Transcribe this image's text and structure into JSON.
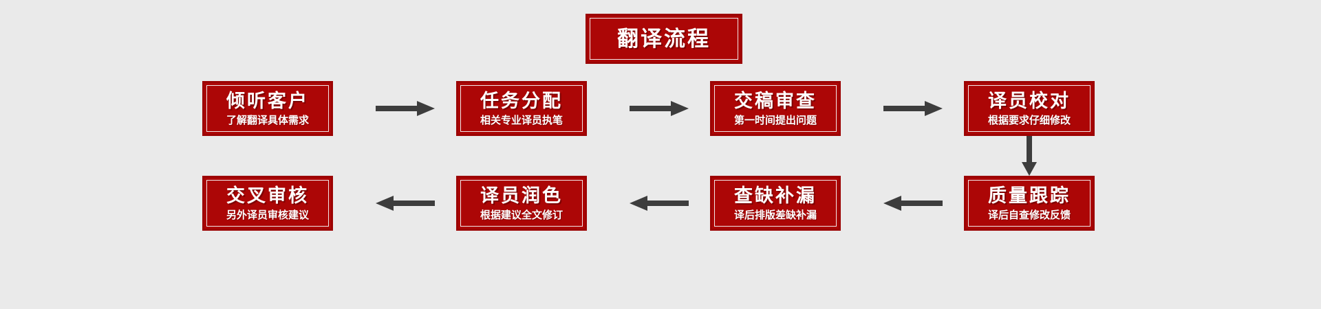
{
  "page": {
    "background_color": "#eaeaea",
    "box_fill_color": "#ac0606",
    "box_border_color": "#9c0303",
    "box_inner_line_color": "#f2e8e8",
    "text_color": "#ffffff",
    "arrow_color": "#3d3d3d"
  },
  "banner": {
    "title": "翻译流程"
  },
  "flow": {
    "row1": [
      {
        "title": "倾听客户",
        "sub": "了解翻译具体需求"
      },
      {
        "title": "任务分配",
        "sub": "相关专业译员执笔"
      },
      {
        "title": "交稿审查",
        "sub": "第一时间提出问题"
      },
      {
        "title": "译员校对",
        "sub": "根据要求仔细修改"
      }
    ],
    "row2": [
      {
        "title": "交叉审核",
        "sub": "另外译员审核建议"
      },
      {
        "title": "译员润色",
        "sub": "根据建议全文修订"
      },
      {
        "title": "查缺补漏",
        "sub": "译后排版差缺补漏"
      },
      {
        "title": "质量跟踪",
        "sub": "译后自查修改反馈"
      }
    ]
  },
  "connectors": [
    {
      "name": "arrow-right-1",
      "direction": "right"
    },
    {
      "name": "arrow-right-2",
      "direction": "right"
    },
    {
      "name": "arrow-right-3",
      "direction": "right"
    },
    {
      "name": "arrow-down-1",
      "direction": "down"
    },
    {
      "name": "arrow-left-1",
      "direction": "left"
    },
    {
      "name": "arrow-left-2",
      "direction": "left"
    },
    {
      "name": "arrow-left-3",
      "direction": "left"
    }
  ]
}
